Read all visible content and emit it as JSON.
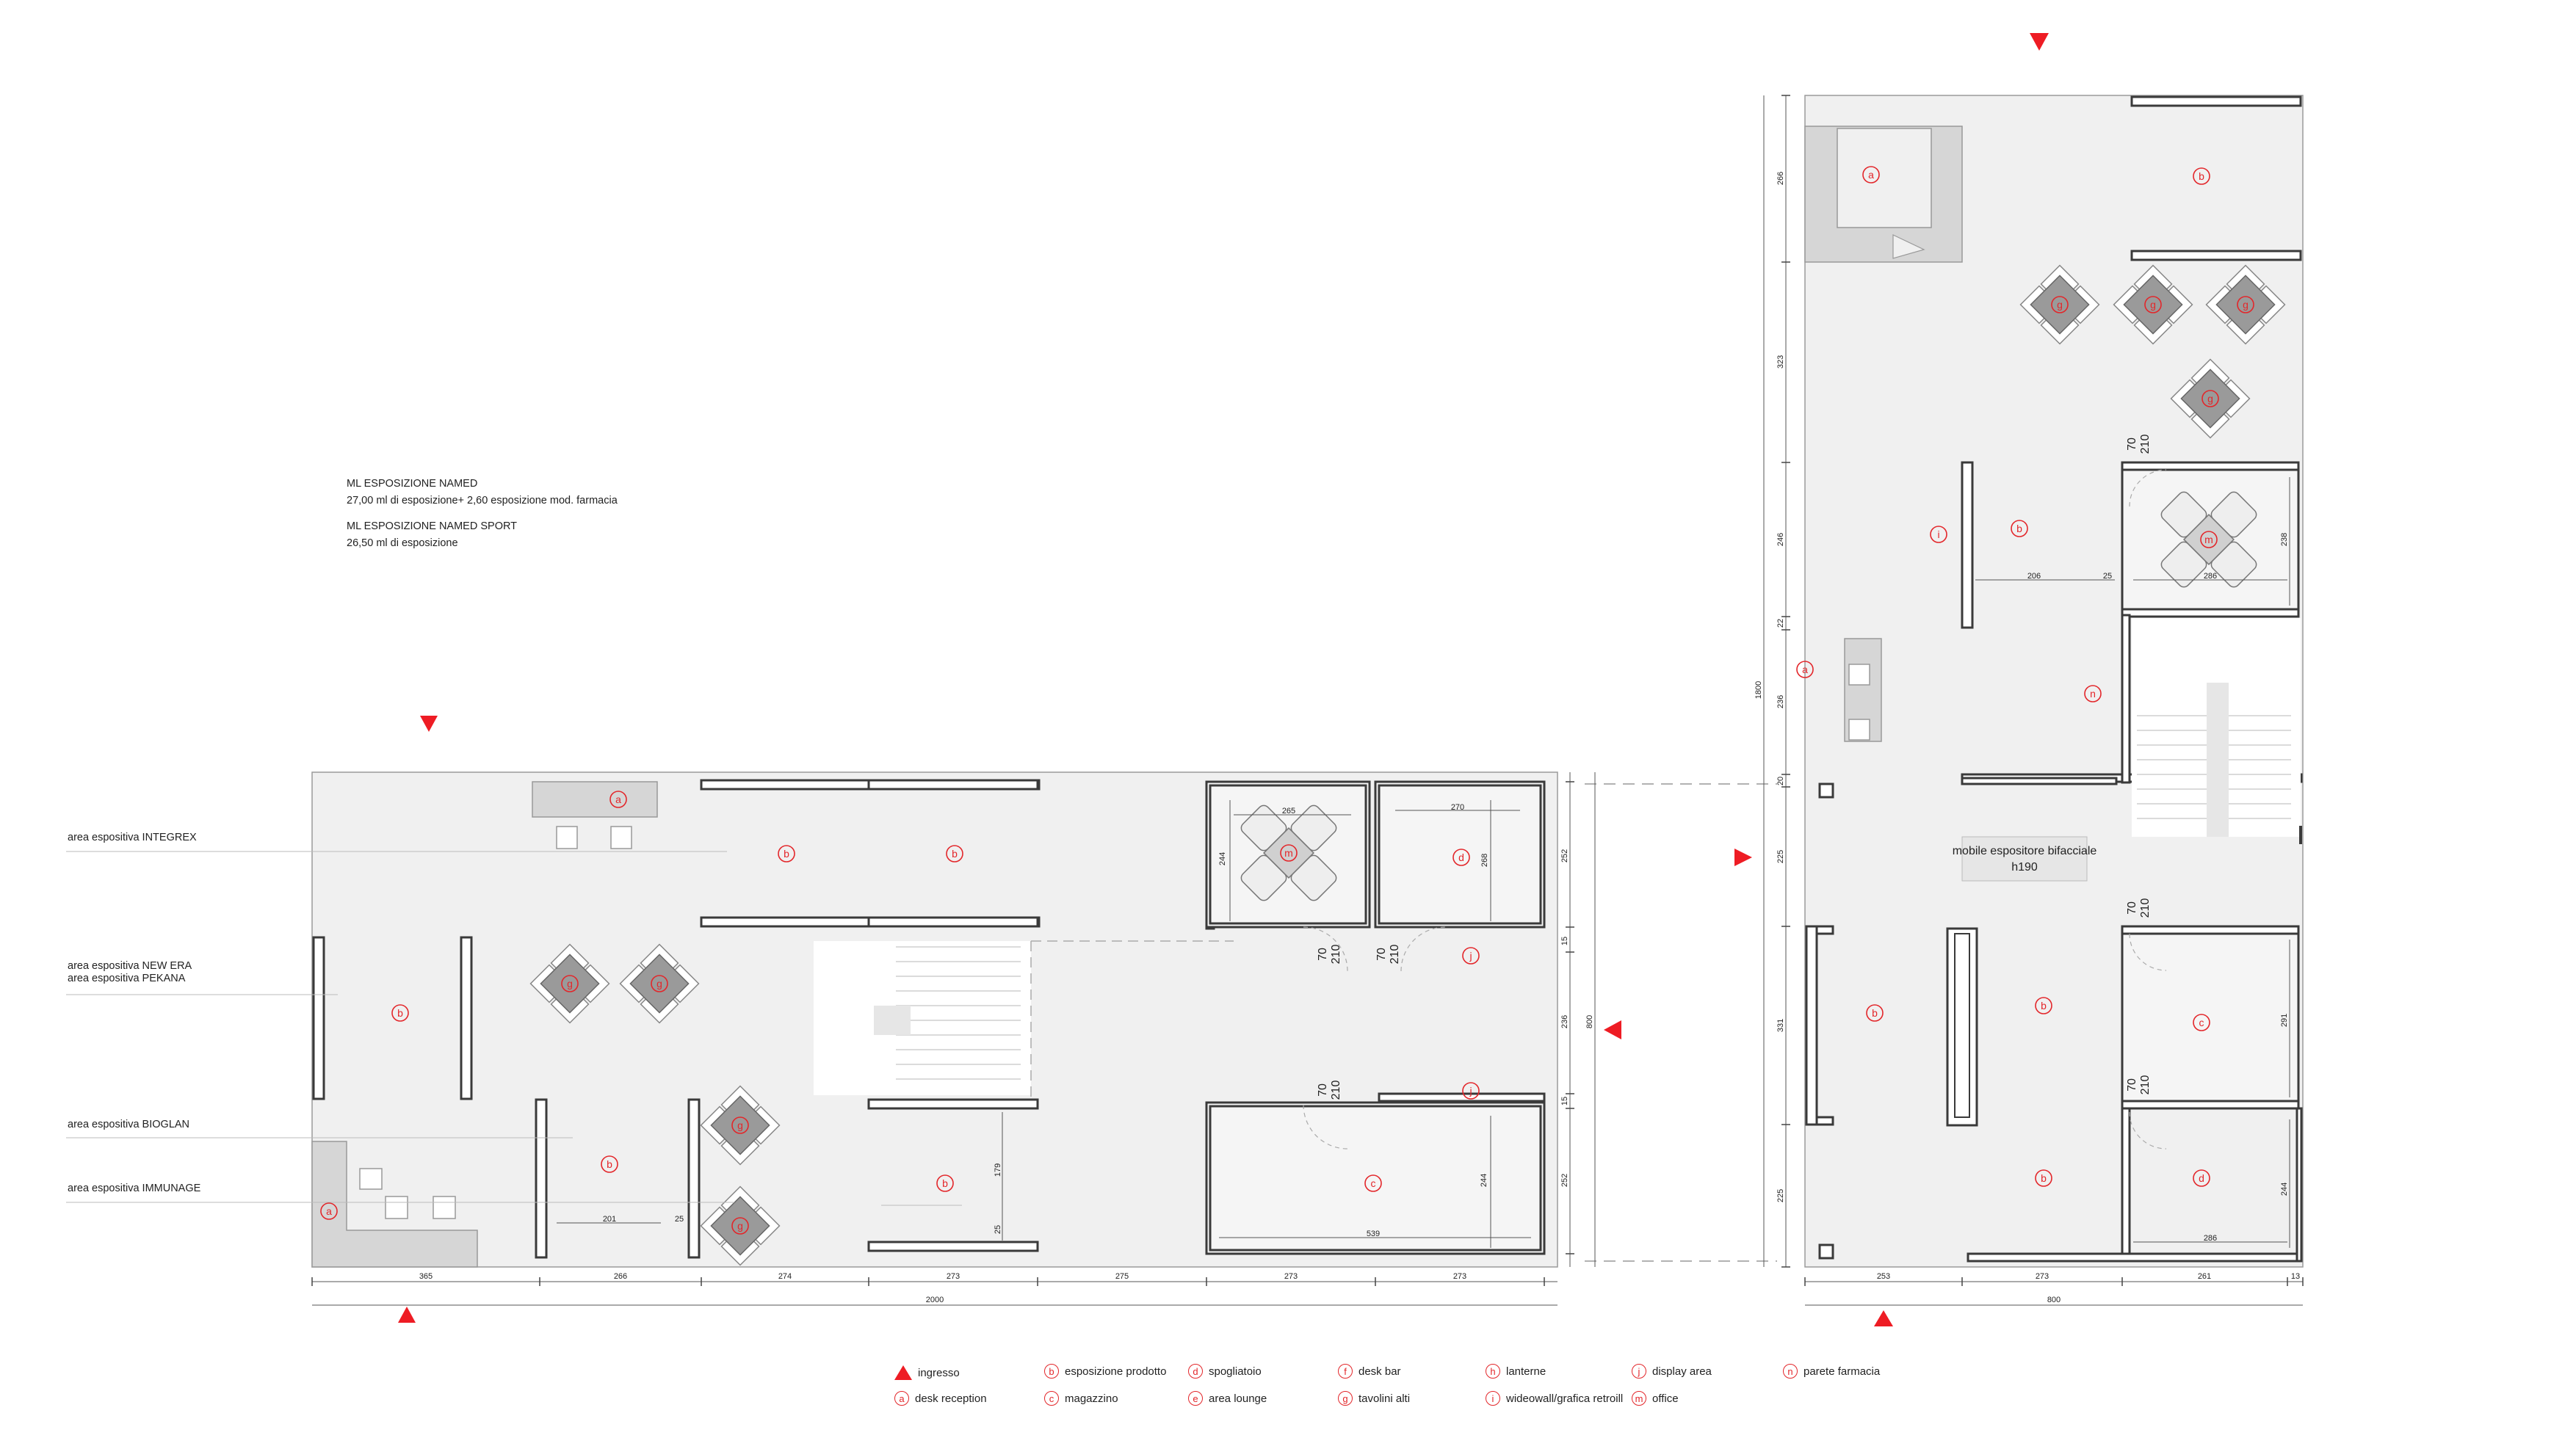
{
  "notes": {
    "ml_named_title": "ML ESPOSIZIONE NAMED",
    "ml_named_text": "27,00 ml di esposizione+ 2,60 esposizione mod. farmacia",
    "ml_sport_title": "ML ESPOSIZIONE NAMED SPORT",
    "ml_sport_text": "26,50 ml di esposizione"
  },
  "areas": {
    "integrex": "area espositiva INTEGREX",
    "new_era": "area espositiva NEW ERA",
    "pekana": "area espositiva PEKANA",
    "bioglan": "area espositiva BIOGLAN",
    "immunage": "area espositiva IMMUNAGE"
  },
  "markers": {
    "a": "a",
    "b": "b",
    "c": "c",
    "d": "d",
    "f": "f",
    "g": "g",
    "h": "h",
    "i": "i",
    "j": "j",
    "m": "m",
    "n": "n"
  },
  "plan_labels": {
    "mobile_line1": "mobile espositore bifacciale",
    "mobile_line2": "h190",
    "door_70": "70",
    "door_210": "210"
  },
  "dims_left": {
    "bottom_segments": [
      "365",
      "266",
      "274",
      "273",
      "275",
      "273",
      "273"
    ],
    "bottom_total": "2000",
    "right_segments": [
      "252",
      "15",
      "236",
      "15",
      "252"
    ],
    "right_total": "800",
    "inner": [
      "265",
      "244",
      "270",
      "268",
      "201",
      "25",
      "179",
      "25",
      "539",
      "244"
    ]
  },
  "dims_right": {
    "bottom_segments": [
      "253",
      "273",
      "261",
      "13"
    ],
    "bottom_total": "800",
    "left_segments": [
      "266",
      "323",
      "246",
      "22",
      "236",
      "20",
      "225",
      "331",
      "225"
    ],
    "left_total": "1800",
    "inner": [
      "206",
      "25",
      "286",
      "238",
      "291",
      "286",
      "244"
    ]
  },
  "legend": [
    {
      "marker": "",
      "label": "ingresso",
      "type": "triangle"
    },
    {
      "marker": "a",
      "label": "desk reception",
      "type": "circle"
    },
    {
      "marker": "b",
      "label": "esposizione prodotto",
      "type": "circle"
    },
    {
      "marker": "c",
      "label": "magazzino",
      "type": "circle"
    },
    {
      "marker": "d",
      "label": "spogliatoio",
      "type": "circle"
    },
    {
      "marker": "e",
      "label": "area lounge",
      "type": "circle"
    },
    {
      "marker": "f",
      "label": "desk bar",
      "type": "circle"
    },
    {
      "marker": "g",
      "label": "tavolini alti",
      "type": "circle"
    },
    {
      "marker": "h",
      "label": "lanterne",
      "type": "circle"
    },
    {
      "marker": "i",
      "label": "wideowall/grafica retroill",
      "type": "circle"
    },
    {
      "marker": "j",
      "label": "display area",
      "type": "circle"
    },
    {
      "marker": "m",
      "label": "office",
      "type": "circle"
    },
    {
      "marker": "n",
      "label": "parete farmacia",
      "type": "circle"
    }
  ],
  "colors": {
    "floor": "#f0f0f0",
    "wall": "#3a3a3a",
    "desk": "#d6d6d6",
    "marker": "#e3262a",
    "arrow": "#ee1c24",
    "table": "#9a9a9a"
  }
}
